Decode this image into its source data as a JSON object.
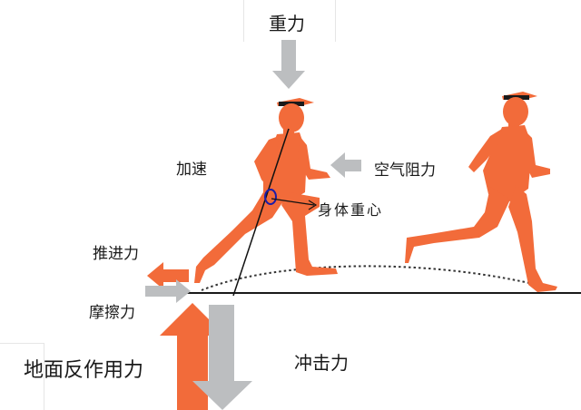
{
  "labels": {
    "gravity": "重力",
    "acceleration": "加速",
    "air_resistance": "空气阻力",
    "center_of_mass": "身体重心",
    "propulsion": "推进力",
    "friction": "摩擦力",
    "ground_reaction": "地面反作用力",
    "impact": "冲击力"
  },
  "colors": {
    "runner": "#f26b3a",
    "gray_arrow": "#bcbec0",
    "marker": "#1c1ca8",
    "ground": "#1a1a1a"
  }
}
